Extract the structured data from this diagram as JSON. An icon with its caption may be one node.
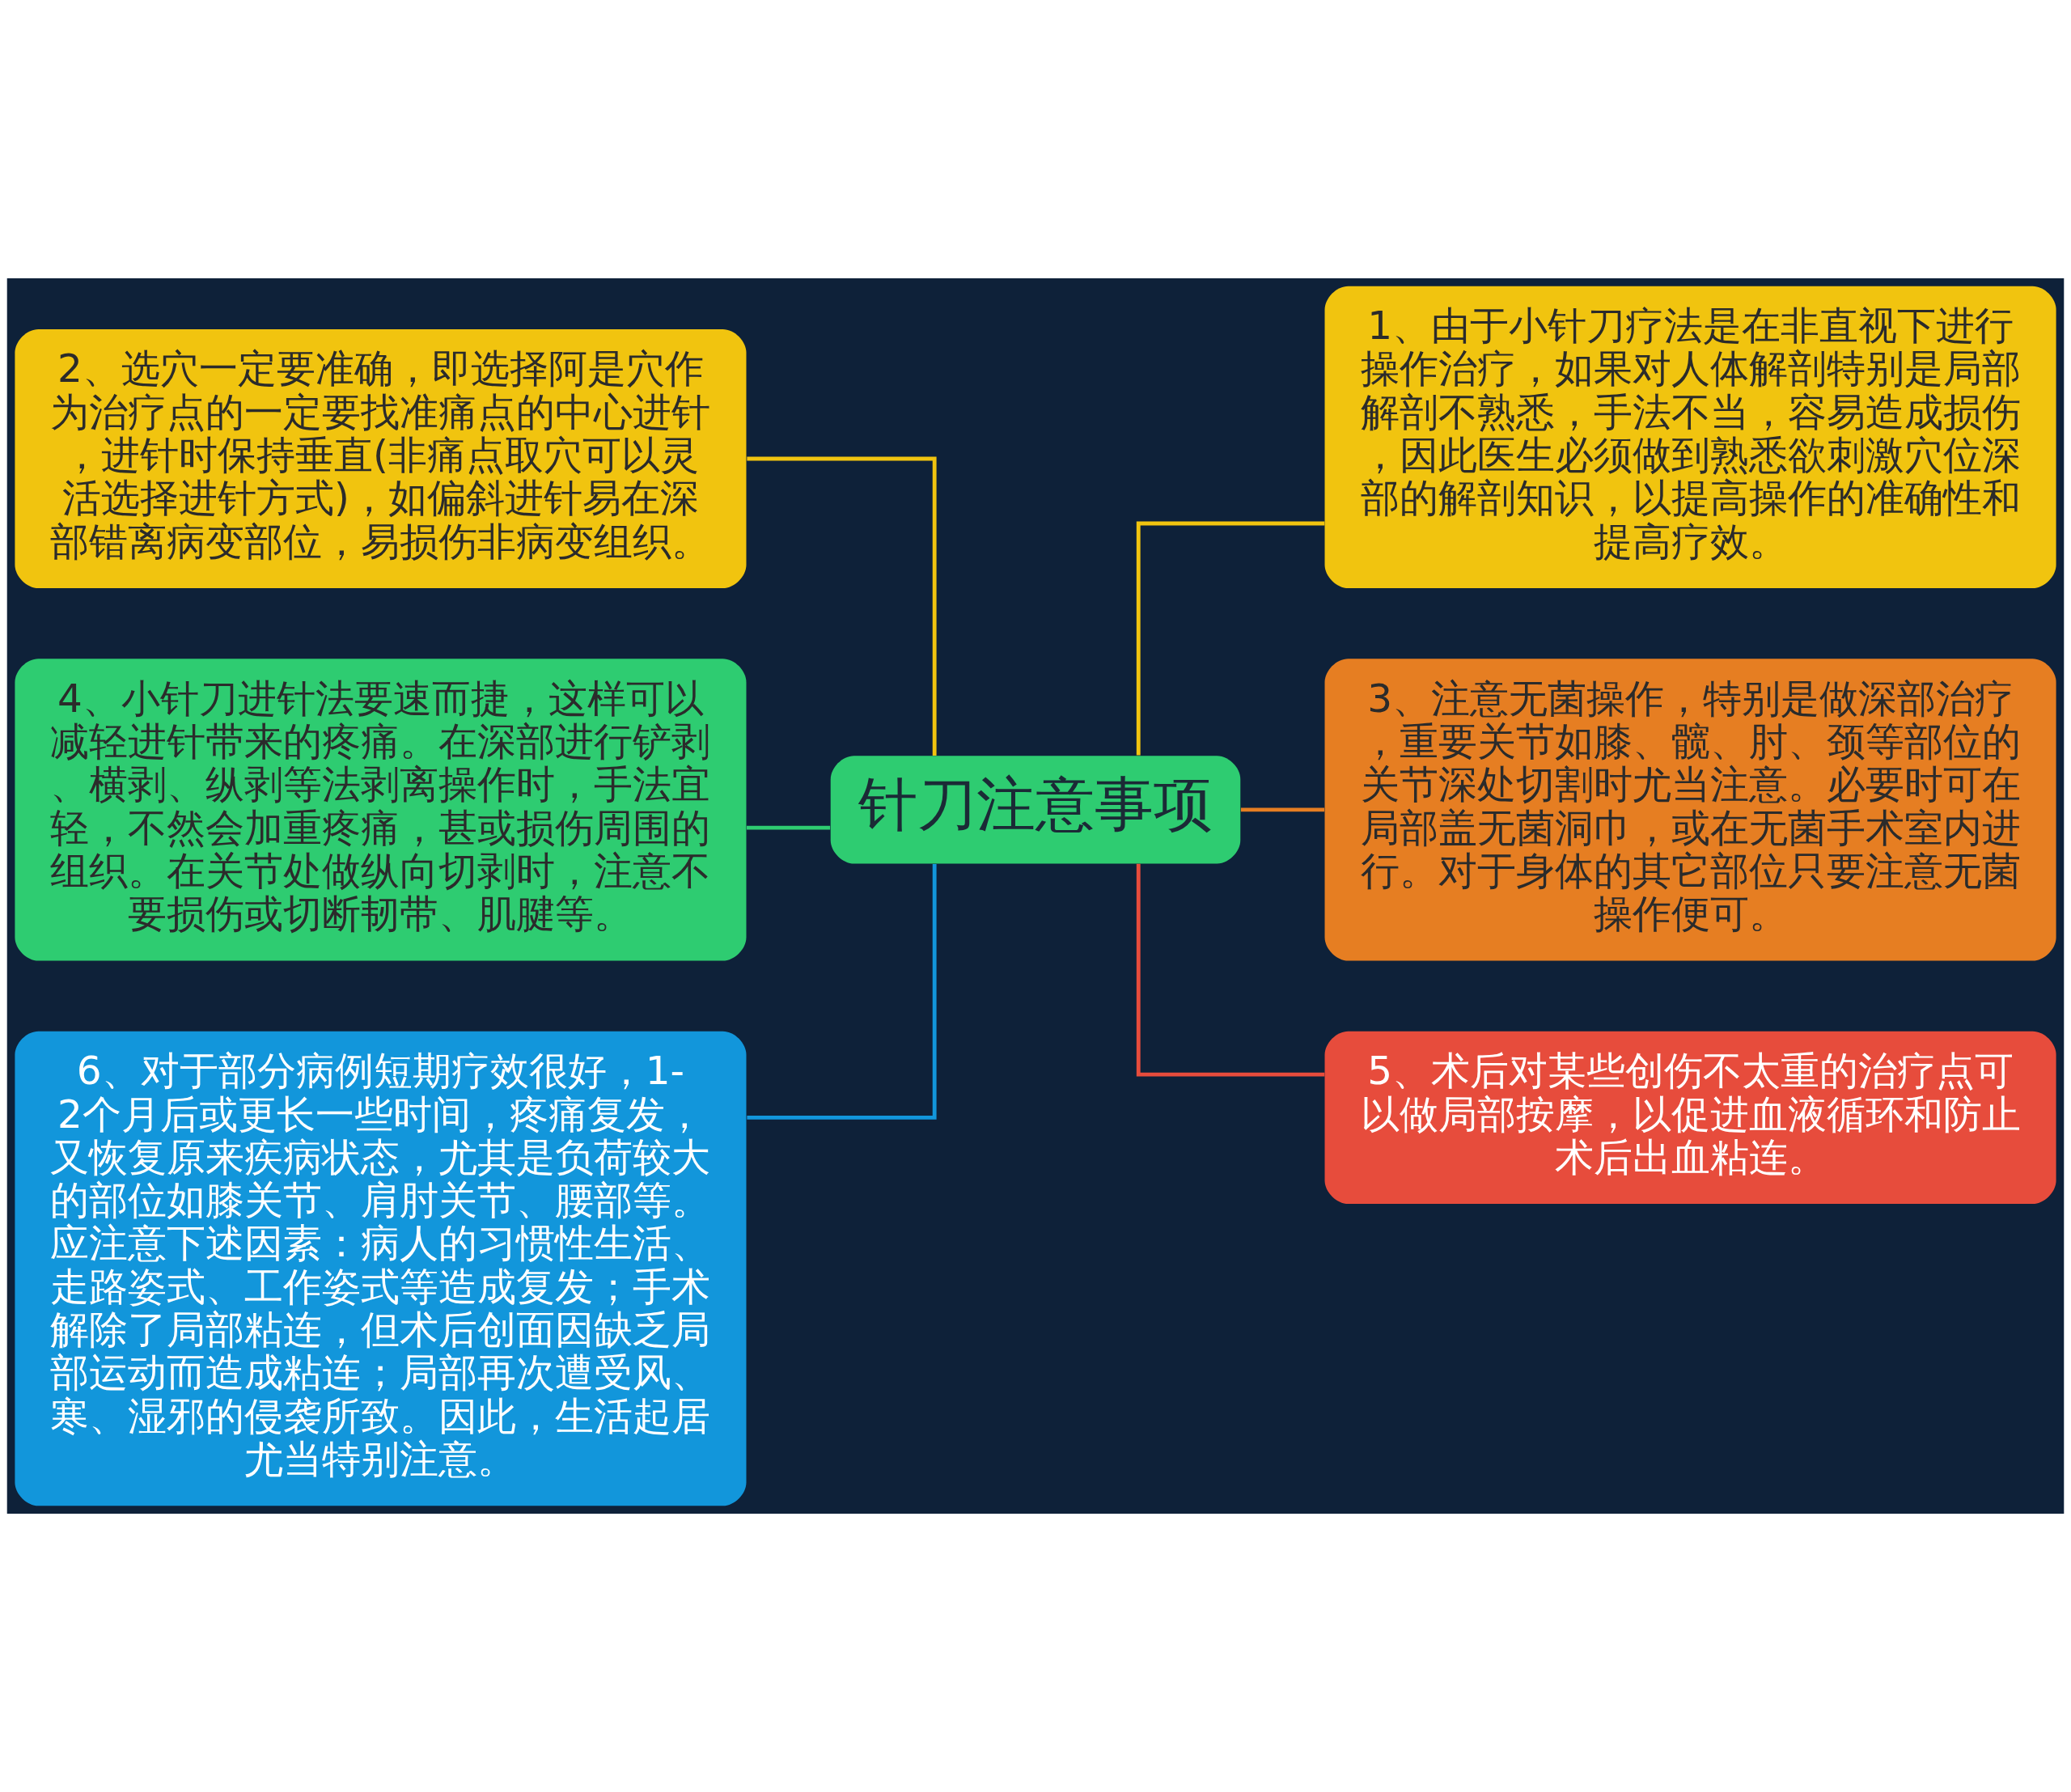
{
  "diagram": {
    "nodes": [
      {
        "text": [
          "针刀注意事项"
        ]
      },
      {
        "text": [
          "1、由于小针刀疗法是在非直视下进行操作治疗，如果对人体解剖特别是局部解剖不熟悉，手法不当，容易造成损伤，因此医生必须做到熟悉欲刺激穴位深部的解剖知识，以提高操作的准确性和提高疗效。"
        ]
      },
      {
        "text": [
          "2、选穴一定要准确，即选择阿是穴作为治疗点的一定要找准痛点的中心进针，进针时保持垂直(非痛点取穴可以灵活选择进针方式)，如偏斜进针易在深部错离病变部位，易损伤非病变组织。"
        ]
      },
      {
        "text": [
          "3、注意无菌操作，特别是做深部治疗，重要关节如膝、髋、肘、颈等部位的关节深处切割时尤当注意。必要时可在局部盖无菌洞巾，或在无菌手术室内进行。对于身体的其它部位只要注意无菌操作便可。"
        ]
      },
      {
        "text": [
          "4、小针刀进针法要速而捷，这样可以减轻进针带来的疼痛。在深部进行铲剥、横剥、纵剥等法剥离操作时，手法宜轻，不然会加重疼痛，甚或损伤周围的组织。在关节处做纵向切剥时，注意不要损伤或切断韧带、肌腱等。"
        ]
      },
      {
        "text": [
          "5、术后对某些创伤不太重的治疗点可以做局部按摩，以促进血液循环和防止术后出血粘连。"
        ]
      },
      {
        "text": [
          "6、对于部分病例短期疗效很好，1-2个月后或更长一些时间，疼痛复发，又恢复原来疾病状态，尤其是负荷较大的部位如膝关节、肩肘关节、腰部等。应注意下述因素：病人的习惯性生活、走路姿式、工作姿式等造成复发；手术解除了局部粘连，但术后创面因缺乏局部运动而造成粘连；局部再次遭受风、寒、湿邪的侵袭所致。因此，生活起居尤当特别注意。"
        ]
      }
    ],
    "edges": [
      {
        "from": 0,
        "to": 1,
        "arrow": "none",
        "color": "#f1c40f"
      },
      {
        "from": 0,
        "to": 2,
        "arrow": "none",
        "color": "#f1c40f"
      },
      {
        "from": 0,
        "to": 3,
        "arrow": "none",
        "color": "#e67e22"
      },
      {
        "from": 0,
        "to": 4,
        "arrow": "none",
        "color": "#2ecc71"
      },
      {
        "from": 0,
        "to": 5,
        "arrow": "none",
        "color": "#e74c3c"
      },
      {
        "from": 0,
        "to": 6,
        "arrow": "none",
        "color": "#1296db"
      }
    ]
  }
}
